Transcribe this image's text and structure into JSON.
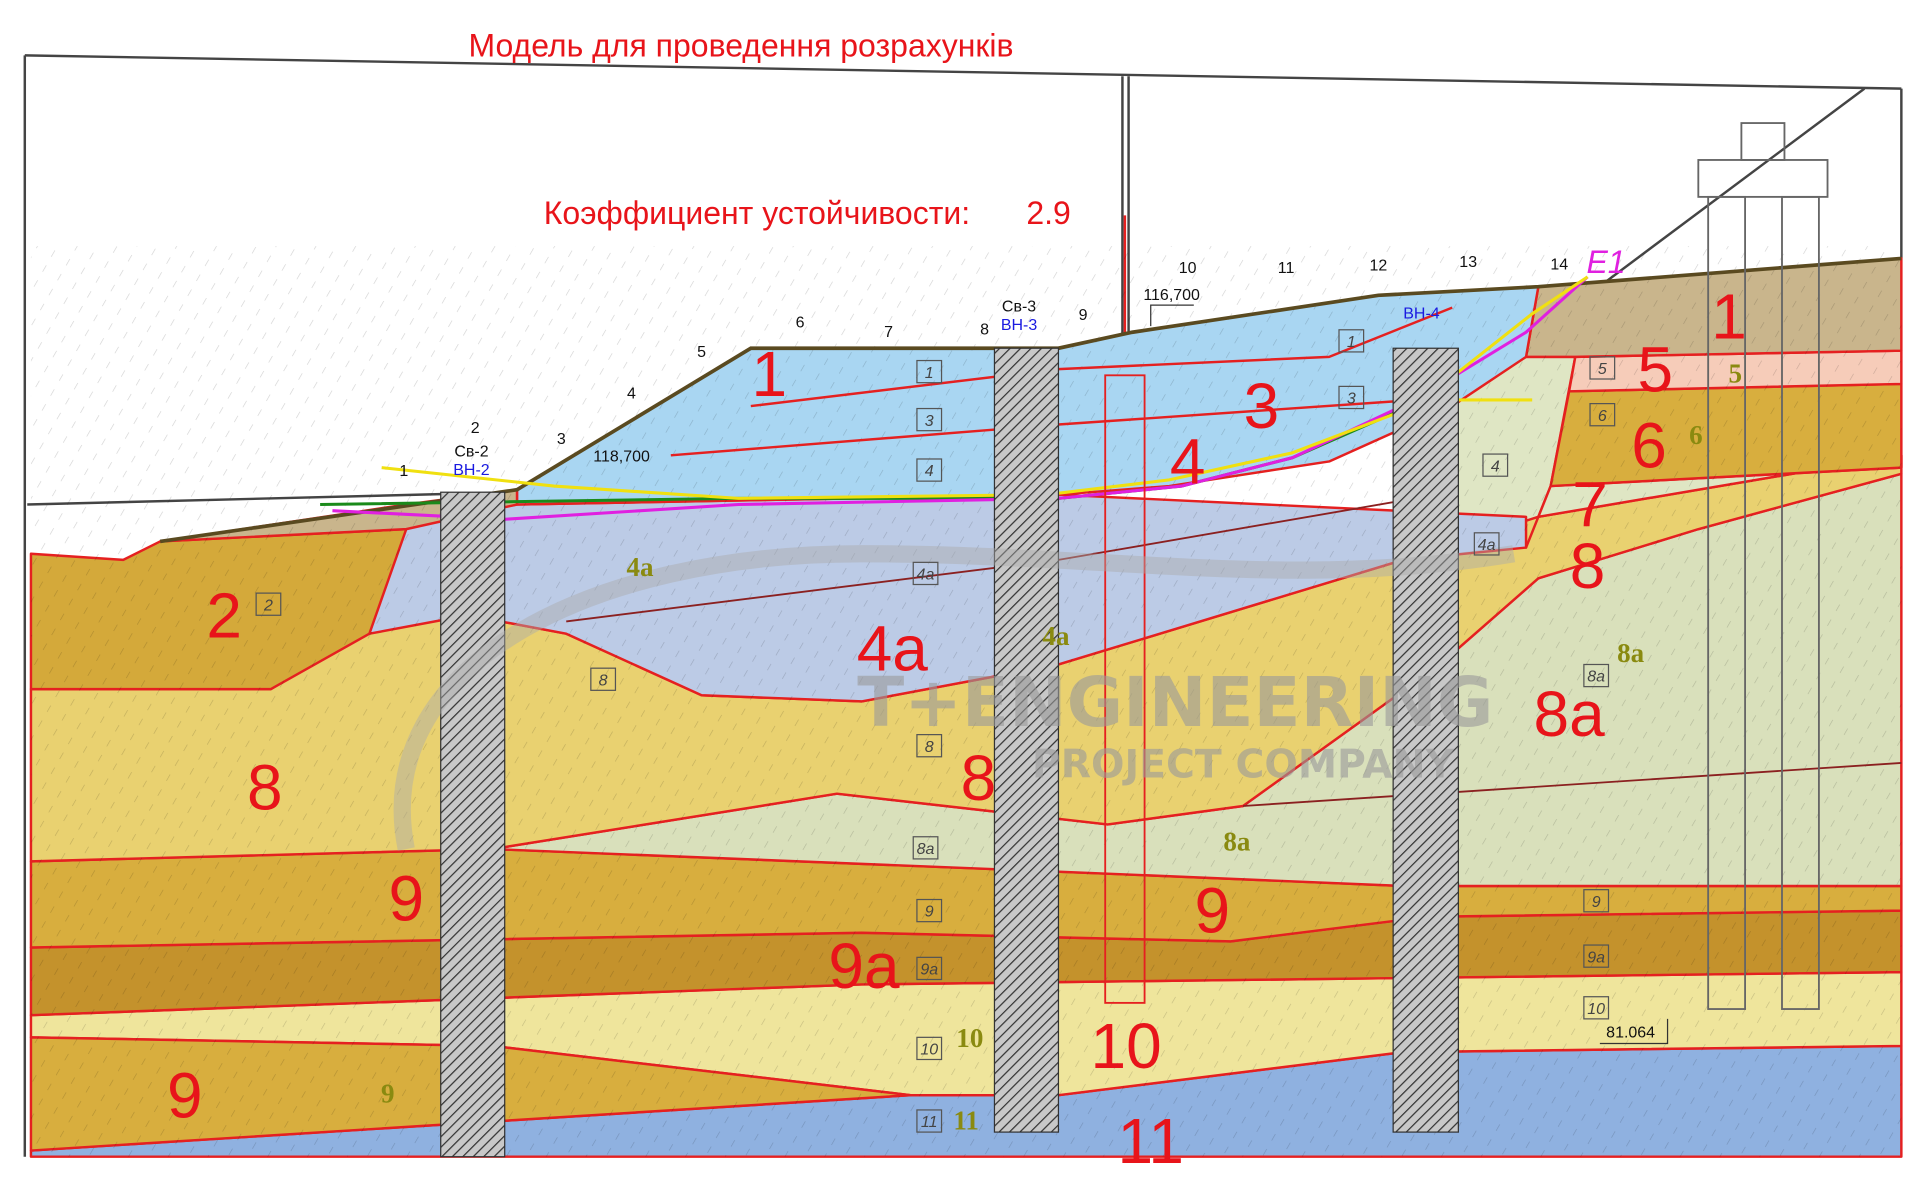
{
  "title": "Модель для проведення розрахунків",
  "stability": {
    "label": "Коэффициент устойчивости:",
    "value": "2.9"
  },
  "watermark": {
    "line1": "T+ENGINEERING",
    "line2": "PROJECT COMPANY"
  },
  "slip_marker": "E1",
  "layer_labels": [
    "1",
    "3",
    "4",
    "5",
    "6",
    "7",
    "8",
    "2",
    "4a",
    "8a",
    "8",
    "8",
    "9",
    "9",
    "9a",
    "10",
    "9",
    "11",
    "1"
  ],
  "layer_tags": [
    "4a",
    "4a",
    "8a",
    "8a",
    "10",
    "9",
    "11",
    "5",
    "6"
  ],
  "boxed_tags": [
    "2",
    "1",
    "3",
    "4",
    "4a",
    "8",
    "8",
    "8a",
    "9",
    "9a",
    "10",
    "11",
    "1",
    "3",
    "4",
    "4a",
    "5",
    "6",
    "8a",
    "9",
    "9a",
    "10"
  ],
  "point_numbers": [
    "1",
    "2",
    "3",
    "4",
    "5",
    "6",
    "7",
    "8",
    "9",
    "10",
    "11",
    "12",
    "13",
    "14"
  ],
  "boreholes": [
    {
      "name": "Св-2",
      "code": "ВН-2"
    },
    {
      "name": "Св-3",
      "code": "ВН-3"
    },
    {
      "code": "ВН-4"
    }
  ],
  "elevations": [
    "116,700",
    "118,700",
    "81.064"
  ],
  "colors": {
    "boundary": "#e52020",
    "fill_3": "#a9d6f2",
    "fill_4a": "#bccbe6",
    "fill_8": "#e9d170",
    "fill_8a": "#d9e0bb",
    "fill_9": "#d8ae3e",
    "fill_9a": "#c4922c",
    "fill_10": "#efe59c",
    "fill_11": "#8fb1e0"
  }
}
